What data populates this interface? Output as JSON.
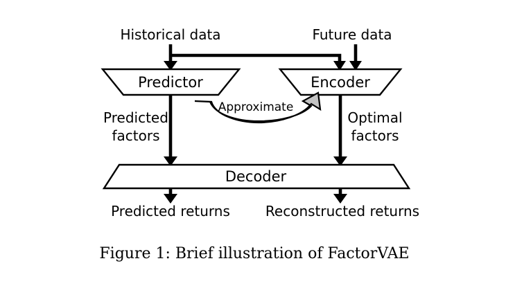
{
  "figure": {
    "caption": "Figure 1: Brief illustration of FactorVAE",
    "background_color": "#ffffff",
    "stroke_color": "#000000",
    "approx_arrow_fill": "#c3c3c3"
  },
  "inputs": {
    "historical": "Historical data",
    "future": "Future data"
  },
  "modules": {
    "predictor": "Predictor",
    "encoder": "Encoder",
    "decoder": "Decoder"
  },
  "intermediate": {
    "predicted_factors_line1": "Predicted",
    "predicted_factors_line2": "factors",
    "optimal_factors_line1": "Optimal",
    "optimal_factors_line2": "factors",
    "approximate": "Approximate"
  },
  "outputs": {
    "predicted_returns": "Predicted returns",
    "reconstructed_returns": "Reconstructed returns"
  },
  "icons": {
    "arrow_down": "arrow-down-icon",
    "curved_arrow": "curved-approximate-arrow-icon"
  }
}
